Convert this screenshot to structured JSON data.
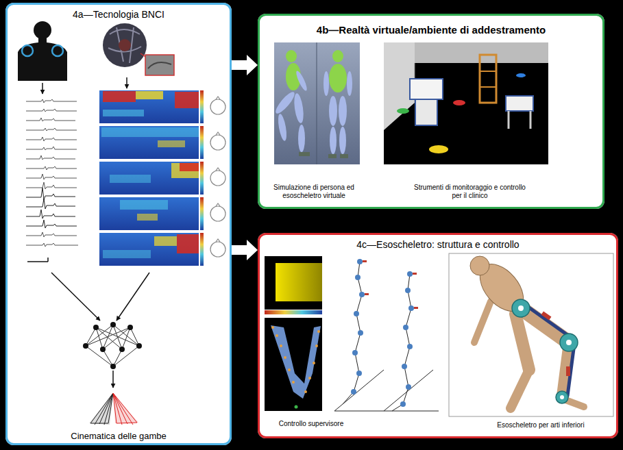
{
  "diagram": {
    "nodes": [
      {
        "text": [
          "4a—Tecnologia BNCI",
          "Cinematica delle gambe"
        ]
      },
      {
        "text": [
          "4b—Realtà virtuale/ambiente di addestramento",
          "Simulazione di persona ed esoscheletro virtuale",
          "Strumenti di monitoraggio e controllo per il clinico"
        ]
      },
      {
        "text": [
          "4c—Esoscheletro: struttura e controllo",
          "Controllo supervisore",
          "Esoscheletro per arti inferiori"
        ]
      }
    ],
    "edges": [
      {
        "from": 0,
        "to": 1,
        "arrow": "to"
      },
      {
        "from": 0,
        "to": 2,
        "arrow": "to"
      }
    ]
  }
}
